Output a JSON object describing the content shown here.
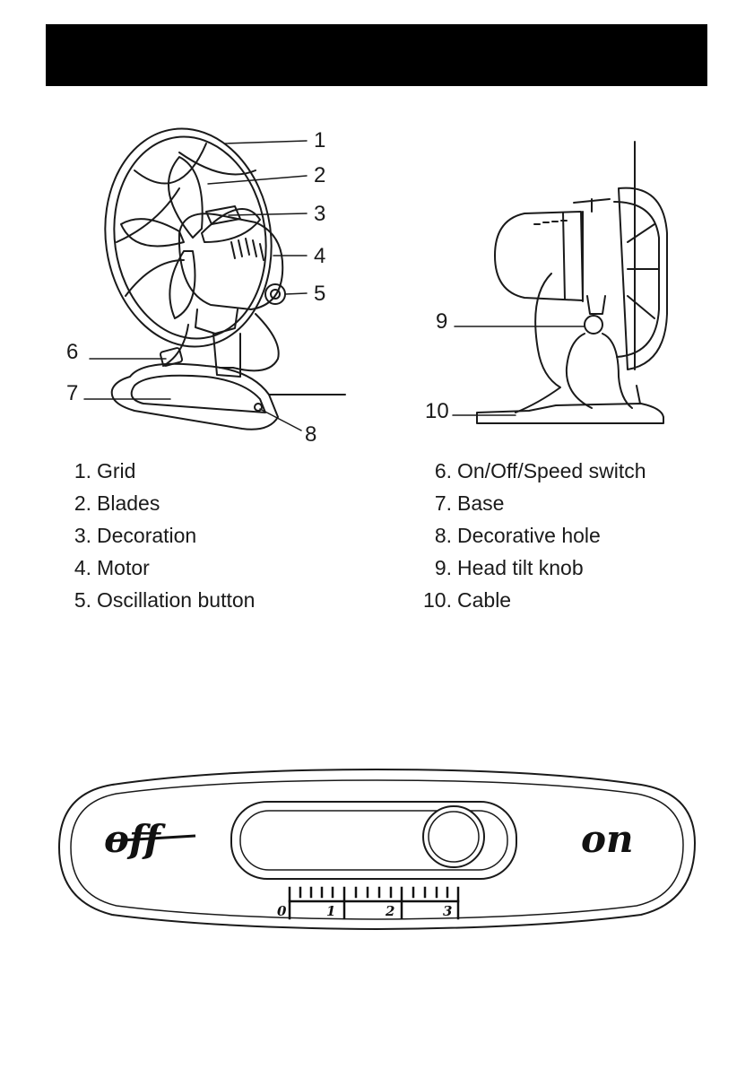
{
  "front_callouts": [
    "1",
    "2",
    "3",
    "4",
    "5",
    "6",
    "7",
    "8"
  ],
  "side_callouts": [
    "9",
    "10"
  ],
  "parts": {
    "left": [
      {
        "num": "1.",
        "name": "Grid"
      },
      {
        "num": "2.",
        "name": "Blades"
      },
      {
        "num": "3.",
        "name": "Decoration"
      },
      {
        "num": "4.",
        "name": "Motor"
      },
      {
        "num": "5.",
        "name": "Oscillation button"
      }
    ],
    "right": [
      {
        "num": "6.",
        "name": "On/Off/Speed switch"
      },
      {
        "num": "7.",
        "name": "Base"
      },
      {
        "num": "8.",
        "name": "Decorative hole"
      },
      {
        "num": "9.",
        "name": "Head tilt knob"
      },
      {
        "num": "10.",
        "name": "Cable"
      }
    ]
  },
  "switch_panel": {
    "off_label": "off",
    "on_label": "on",
    "scale_labels": [
      "0",
      "1",
      "2",
      "3"
    ]
  },
  "colors": {
    "header": "#000000",
    "line": "#1a1a1a"
  }
}
